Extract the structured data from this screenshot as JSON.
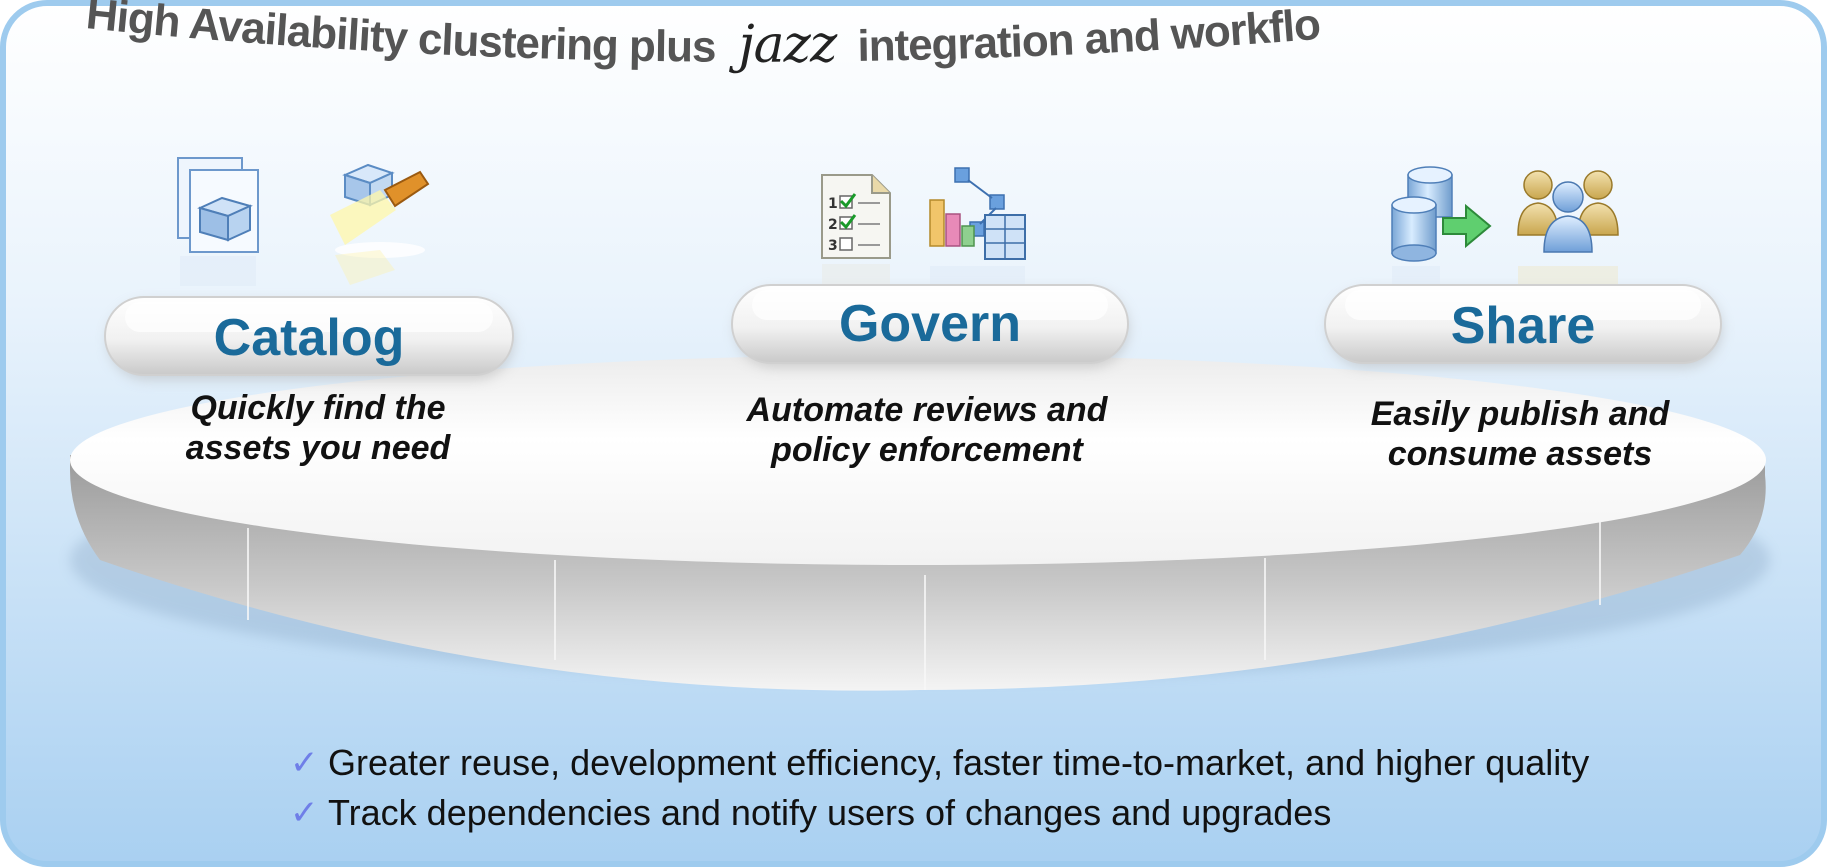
{
  "pillars": [
    {
      "id": "catalog",
      "label": "Catalog",
      "description_lines": [
        "Quickly find the",
        "assets you need"
      ],
      "icons": [
        "stacked-boxes-icon",
        "flashlight-icon"
      ]
    },
    {
      "id": "govern",
      "label": "Govern",
      "description_lines": [
        "Automate reviews and",
        "policy enforcement"
      ],
      "icons": [
        "checklist-icon",
        "workflow-chart-icon"
      ]
    },
    {
      "id": "share",
      "label": "Share",
      "description_lines": [
        "Easily publish and",
        "consume assets"
      ],
      "icons": [
        "database-transfer-icon",
        "users-group-icon"
      ]
    }
  ],
  "platform": {
    "text_before": "High Availability clustering plus",
    "logo_text": "jazz",
    "text_after": "integration and workflows"
  },
  "benefits": [
    "Greater reuse, development efficiency, faster time-to-market, and higher quality",
    "Track dependencies and notify users of changes and upgrades"
  ],
  "check_glyph": "✓",
  "colors": {
    "label": "#1a6a9a",
    "background_top": "#ffffff",
    "background_bottom": "#a9d0f1",
    "check": "#6f7fe8",
    "border": "#9ecbee"
  }
}
